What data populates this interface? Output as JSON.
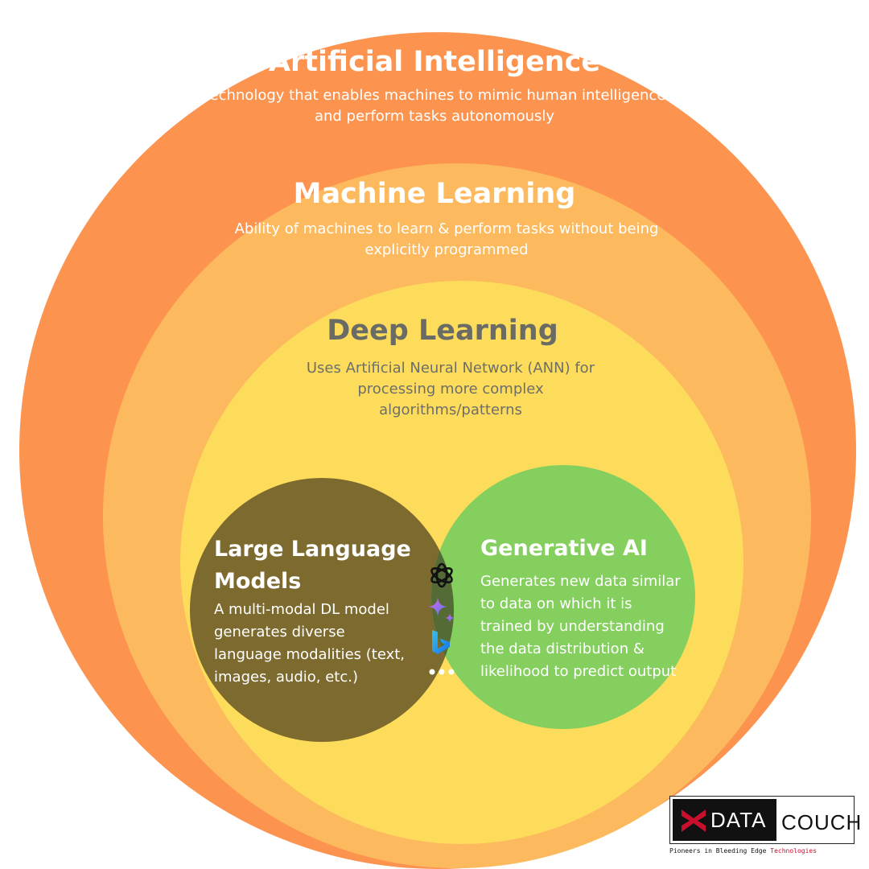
{
  "colors": {
    "ai_circle": "#fc9450",
    "ml_circle": "#fcb95e",
    "dl_circle": "#fddc5c",
    "llm_circle": "#7d6a2e",
    "genai_circle": "#84cf5e",
    "overlap": "#556b36",
    "brand_red": "#c8102e"
  },
  "ai": {
    "title": "Artificial Intelligence",
    "desc_line1": "Technology that enables machines to mimic human intelligence",
    "desc_line2": "and perform tasks autonomously"
  },
  "ml": {
    "title": "Machine Learning",
    "desc_line1": "Ability of machines to learn & perform tasks without being",
    "desc_line2": "explicitly programmed"
  },
  "dl": {
    "title": "Deep Learning",
    "desc_line1": "Uses Artificial Neural Network (ANN) for",
    "desc_line2": "processing more complex",
    "desc_line3": "algorithms/patterns"
  },
  "llm": {
    "title_line1": "Large Language",
    "title_line2": "Models",
    "desc_line1": "A multi-modal DL model",
    "desc_line2": "generates diverse",
    "desc_line3": "language modalities (text,",
    "desc_line4": "images, audio, etc.)"
  },
  "genai": {
    "title": "Generative AI",
    "desc_line1": "Generates new data similar",
    "desc_line2": "to data on which it is",
    "desc_line3": "trained by understanding",
    "desc_line4": "the data distribution &",
    "desc_line5": "likelihood to predict output"
  },
  "overlap_icons": [
    "openai-icon",
    "gemini-sparkle-icon",
    "bing-icon",
    "more-dots-icon"
  ],
  "logo": {
    "word1": "DATA",
    "word2": "COUCH",
    "tagline_prefix": "Pioneers in Bleeding Edge",
    "tagline_highlight": "Technologies"
  }
}
